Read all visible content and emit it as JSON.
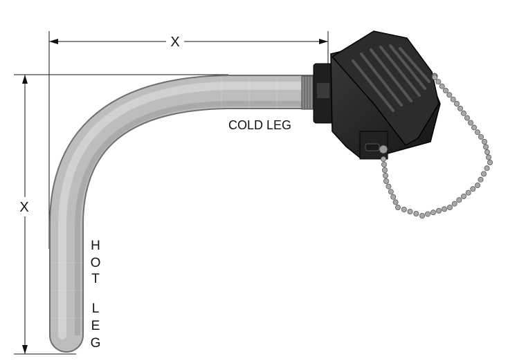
{
  "dimensions": {
    "horizontal_label": "X",
    "vertical_label": "X"
  },
  "labels": {
    "cold_leg": "COLD LEG",
    "hot_leg_letters": [
      "H",
      "O",
      "T",
      "L",
      "E",
      "G"
    ]
  },
  "colors": {
    "tube": "#b8b8b8",
    "head": "#2a2a2a",
    "chain": "#a8a8a8",
    "dimension_line": "#111111"
  }
}
